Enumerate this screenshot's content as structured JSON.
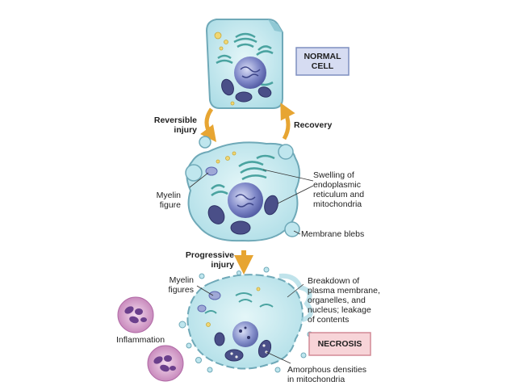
{
  "boxes": {
    "normal_cell": "NORMAL\nCELL",
    "necrosis": "NECROSIS"
  },
  "steps": {
    "reversible_injury": "Reversible\ninjury",
    "recovery": "Recovery",
    "progressive_injury": "Progressive\ninjury"
  },
  "labels": {
    "myelin_figure": "Myelin\nfigure",
    "swelling": "Swelling of\nendoplasmic\nreticulum and\nmitochondria",
    "membrane_blebs": "Membrane blebs",
    "myelin_figures": "Myelin\nfigures",
    "breakdown": "Breakdown of\nplasma membrane,\norganelles, and\nnucleus; leakage\nof contents",
    "inflammation": "Inflammation",
    "amorphous": "Amorphous densities\nin mitochondria"
  },
  "colors": {
    "cell_fill": "#bfe6ee",
    "cell_stroke": "#6fa9b8",
    "nucleus": "#5b66b0",
    "er": "#4aa3a0",
    "mito": "#4a4f88",
    "arrow": "#e7a532",
    "normal_box_fill": "#d6dcf2",
    "normal_box_stroke": "#7f8fc0",
    "necrosis_box_fill": "#f7d4d8",
    "necrosis_box_stroke": "#d28a95",
    "inflammation_cell": "#c98bbf"
  }
}
